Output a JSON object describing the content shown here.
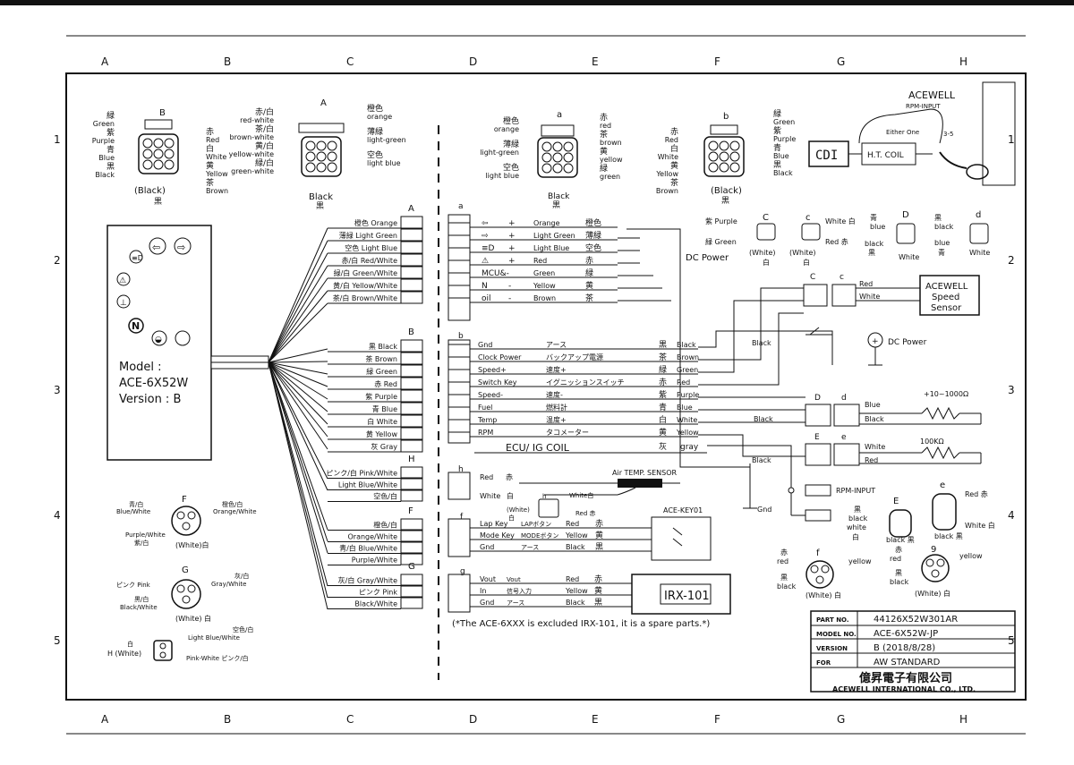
{
  "grid": {
    "columns": [
      "A",
      "B",
      "C",
      "D",
      "E",
      "F",
      "G",
      "H"
    ],
    "rows": [
      "1",
      "2",
      "3",
      "4",
      "5"
    ]
  },
  "device": {
    "model_label": "Model :",
    "model": "ACE-6X52W",
    "version": "Version : B"
  },
  "top_connectors": {
    "B": {
      "letter": "B",
      "color_label": "(Black)",
      "color_kanji": "黒",
      "left_pins": [
        [
          "緑",
          "Green"
        ],
        [
          "紫",
          "Purple"
        ],
        [
          "青",
          "Blue"
        ],
        [
          "黒",
          "Black"
        ]
      ],
      "right_pins": [
        [
          "赤",
          "Red"
        ],
        [
          "白",
          "White"
        ],
        [
          "黄",
          "Yellow"
        ],
        [
          "茶",
          "Brown"
        ]
      ]
    },
    "A": {
      "letter": "A",
      "color_label": "Black",
      "color_kanji": "黒",
      "left_pins": [
        [
          "赤/白",
          "red-white"
        ],
        [
          "茶/白",
          "brown-white"
        ],
        [
          "黄/白",
          "yellow-white"
        ],
        [
          "緑/白",
          "green-white"
        ]
      ],
      "right_pins": [
        [
          "橙色",
          "orange"
        ],
        [
          "薄緑",
          "light-green"
        ],
        [
          "空色",
          "light blue"
        ]
      ]
    },
    "a": {
      "letter": "a",
      "color_label": "Black",
      "color_kanji": "黒",
      "left_pins": [
        [
          "橙色",
          "orange"
        ],
        [
          "薄緑",
          "light-green"
        ],
        [
          "空色",
          "light blue"
        ]
      ],
      "right_pins": [
        [
          "赤",
          "red"
        ],
        [
          "茶",
          "brown"
        ],
        [
          "黄",
          "yellow"
        ],
        [
          "緑",
          "green"
        ]
      ]
    },
    "b": {
      "letter": "b",
      "color_label": "(Black)",
      "color_kanji": "黒",
      "left_pins": [
        [
          "赤",
          "Red"
        ],
        [
          "白",
          "White"
        ],
        [
          "黄",
          "Yellow"
        ],
        [
          "茶",
          "Brown"
        ]
      ],
      "right_pins": [
        [
          "緑",
          "Green"
        ],
        [
          "紫",
          "Purple"
        ],
        [
          "青",
          "Blue"
        ],
        [
          "黒",
          "Black"
        ]
      ]
    }
  },
  "cdi": {
    "brand": "ACEWELL",
    "rpm_input": "RPM-INPUT",
    "cdi": "CDI",
    "coil": "H.T. COIL",
    "either": "Either One",
    "turns": "3-5"
  },
  "harness_A": {
    "letter": "A",
    "wires": [
      [
        "橙色",
        "Orange"
      ],
      [
        "薄緑",
        "Light Green"
      ],
      [
        "空色",
        "Light Blue"
      ],
      [
        "赤/白",
        "Red/White"
      ],
      [
        "緑/白",
        "Green/White"
      ],
      [
        "黄/白",
        "Yellow/White"
      ],
      [
        "茶/白",
        "Brown/White"
      ]
    ]
  },
  "harness_B": {
    "letter": "B",
    "wires": [
      [
        "黒",
        "Black"
      ],
      [
        "茶",
        "Brown"
      ],
      [
        "緑",
        "Green"
      ],
      [
        "赤",
        "Red"
      ],
      [
        "紫",
        "Purple"
      ],
      [
        "青",
        "Blue"
      ],
      [
        "白",
        "White"
      ],
      [
        "黄",
        "Yellow"
      ],
      [
        "灰",
        "Gray"
      ]
    ]
  },
  "harness_H": {
    "letter": "H",
    "wires": [
      [
        "ピンク/白",
        "Pink/White"
      ],
      [
        "",
        "Light Blue/White"
      ],
      [
        "空色/白",
        ""
      ]
    ]
  },
  "harness_F": {
    "letter": "F",
    "wires": [
      [
        "橙色/白",
        ""
      ],
      [
        "",
        "Orange/White"
      ],
      [
        "青/白",
        "Blue/White"
      ],
      [
        "",
        "Purple/White"
      ]
    ]
  },
  "harness_G": {
    "letter": "G",
    "wires": [
      [
        "灰/白",
        "Gray/White"
      ],
      [
        "ピンク",
        "Pink"
      ],
      [
        "",
        "Black/White"
      ]
    ]
  },
  "sockets_a": {
    "letter": "a",
    "rows": [
      {
        "sym": "⇦",
        "sign": "+",
        "en": "Orange",
        "jp": "橙色"
      },
      {
        "sym": "⇨",
        "sign": "+",
        "en": "Light Green",
        "jp": "薄緑"
      },
      {
        "sym": "≡D",
        "sign": "+",
        "en": "Light Blue",
        "jp": "空色"
      },
      {
        "sym": "⚠",
        "sign": "+",
        "en": "Red",
        "jp": "赤"
      },
      {
        "sym": "MCU&-",
        "sign": "",
        "en": "Green",
        "jp": "緑"
      },
      {
        "sym": "N",
        "sign": "-",
        "en": "Yellow",
        "jp": "黄"
      },
      {
        "sym": "oil",
        "sign": "-",
        "en": "Brown",
        "jp": "茶"
      }
    ]
  },
  "sockets_b": {
    "letter": "b",
    "rows": [
      {
        "fn": "Gnd",
        "jpfn": "アース",
        "jp": "黒",
        "en": "Black"
      },
      {
        "fn": "Clock Power",
        "jpfn": "バックアップ電源",
        "jp": "茶",
        "en": "Brown"
      },
      {
        "fn": "Speed+",
        "jpfn": "速度+",
        "jp": "緑",
        "en": "Green"
      },
      {
        "fn": "Switch Key",
        "jpfn": "イグニッションスイッチ",
        "jp": "赤",
        "en": "Red"
      },
      {
        "fn": "Speed-",
        "jpfn": "速度-",
        "jp": "紫",
        "en": "Purple"
      },
      {
        "fn": "Fuel",
        "jpfn": "燃料計",
        "jp": "青",
        "en": "Blue"
      },
      {
        "fn": "Temp",
        "jpfn": "温度+",
        "jp": "白",
        "en": "White"
      },
      {
        "fn": "RPM",
        "jpfn": "タコメーター",
        "jp": "黄",
        "en": "Yellow"
      }
    ],
    "ecu": "ECU/ IG COIL",
    "ecu_jp": "灰",
    "ecu_en": "gray"
  },
  "dc_power": {
    "title": "DC Power",
    "C_letter": "C",
    "c_letter": "c",
    "D_letter": "D",
    "d_letter": "d"
  },
  "speed_sensor": {
    "title1": "ACEWELL",
    "title2": "Speed",
    "title3": "Sensor",
    "red": "Red",
    "white": "White"
  },
  "right_side": {
    "black": "Black",
    "dc": "DC Power",
    "blue": "Blue",
    "res1": "+10~1000Ω",
    "white": "White",
    "red": "Red",
    "res2": "100KΩ",
    "rpm": "RPM-INPUT",
    "gnd": "Gnd"
  },
  "air_temp": {
    "title": "Air TEMP. SENSOR",
    "red": "Red",
    "red_jp": "赤",
    "white": "White",
    "white_jp": "白"
  },
  "key": {
    "title": "ACE-KEY01",
    "rows": [
      {
        "fn": "Lap Key",
        "jpfn": "LAPボタン",
        "en": "Red",
        "jp": "赤"
      },
      {
        "fn": "Mode Key",
        "jpfn": "MODEボタン",
        "en": "Yellow",
        "jp": "黄"
      },
      {
        "fn": "Gnd",
        "jpfn": "アース",
        "en": "Black",
        "jp": "黒"
      }
    ]
  },
  "irx": {
    "title": "IRX-101",
    "rows": [
      {
        "fn": "Vout",
        "jpfn": "Vout",
        "en": "Red",
        "jp": "赤"
      },
      {
        "fn": "In",
        "jpfn": "信号入力",
        "en": "Yellow",
        "jp": "黄"
      },
      {
        "fn": "Gnd",
        "jpfn": "アース",
        "en": "Black",
        "jp": "黒"
      }
    ],
    "note": "(*The ACE-6XXX is excluded IRX-101, it is a spare parts.*)"
  },
  "title_block": {
    "rows": [
      [
        "PART NO.",
        "44126X52W301AR"
      ],
      [
        "MODEL NO.",
        "ACE-6X52W-JP"
      ],
      [
        "VERSION",
        "B (2018/8/28)"
      ],
      [
        "FOR",
        "AW STANDARD"
      ]
    ],
    "company_jp": "億昇電子有限公司",
    "company_en": "ACEWELL INTERNATIONAL CO., LTD."
  }
}
